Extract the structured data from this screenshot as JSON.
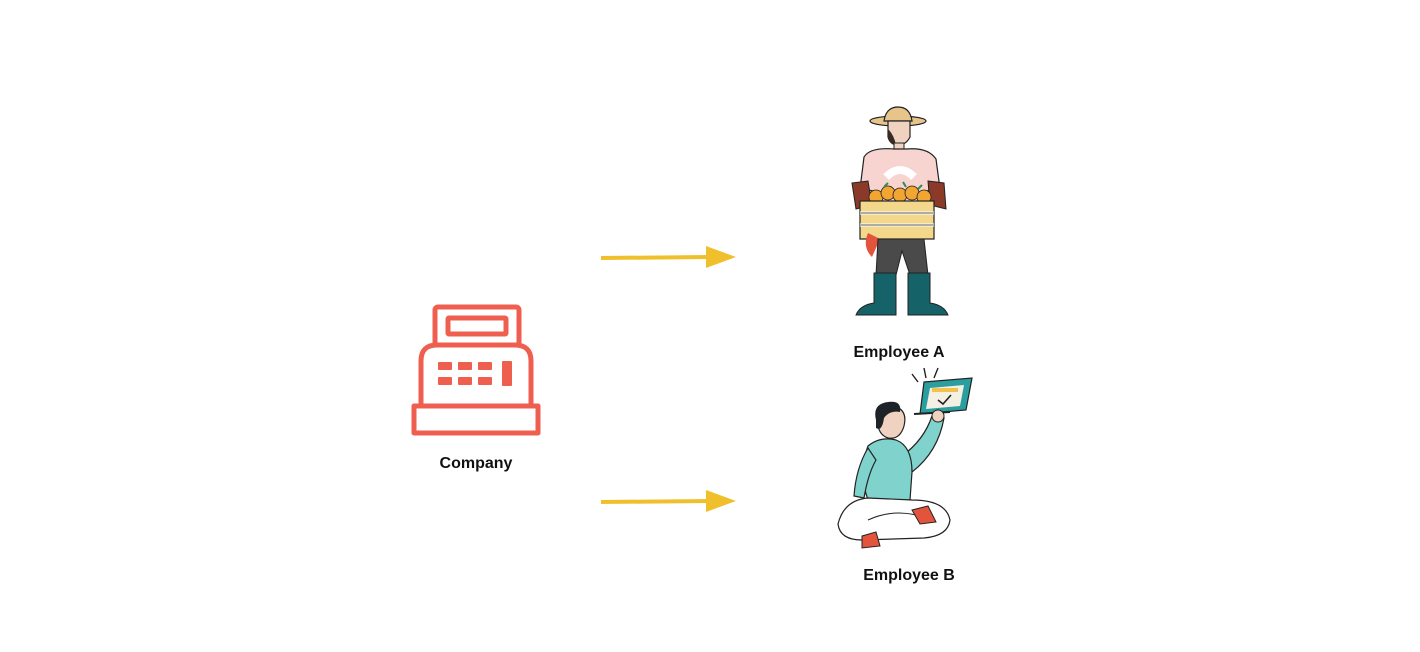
{
  "nodes": {
    "company": {
      "label": "Company",
      "icon": "cash-register-icon"
    },
    "employee_a": {
      "label": "Employee A",
      "icon": "farmer-with-crate-icon"
    },
    "employee_b": {
      "label": "Employee B",
      "icon": "person-holding-laptop-icon"
    }
  },
  "edges": [
    {
      "from": "company",
      "to": "employee_a"
    },
    {
      "from": "company",
      "to": "employee_b"
    }
  ],
  "colors": {
    "register": "#ef5f4f",
    "arrow": "#f0c02c",
    "shirt_a": "#f7d4cf",
    "boots": "#166269",
    "crate": "#f3d78a",
    "shirt_b": "#7fd3cc",
    "laptop": "#2b9ea0",
    "label": "#111111"
  }
}
